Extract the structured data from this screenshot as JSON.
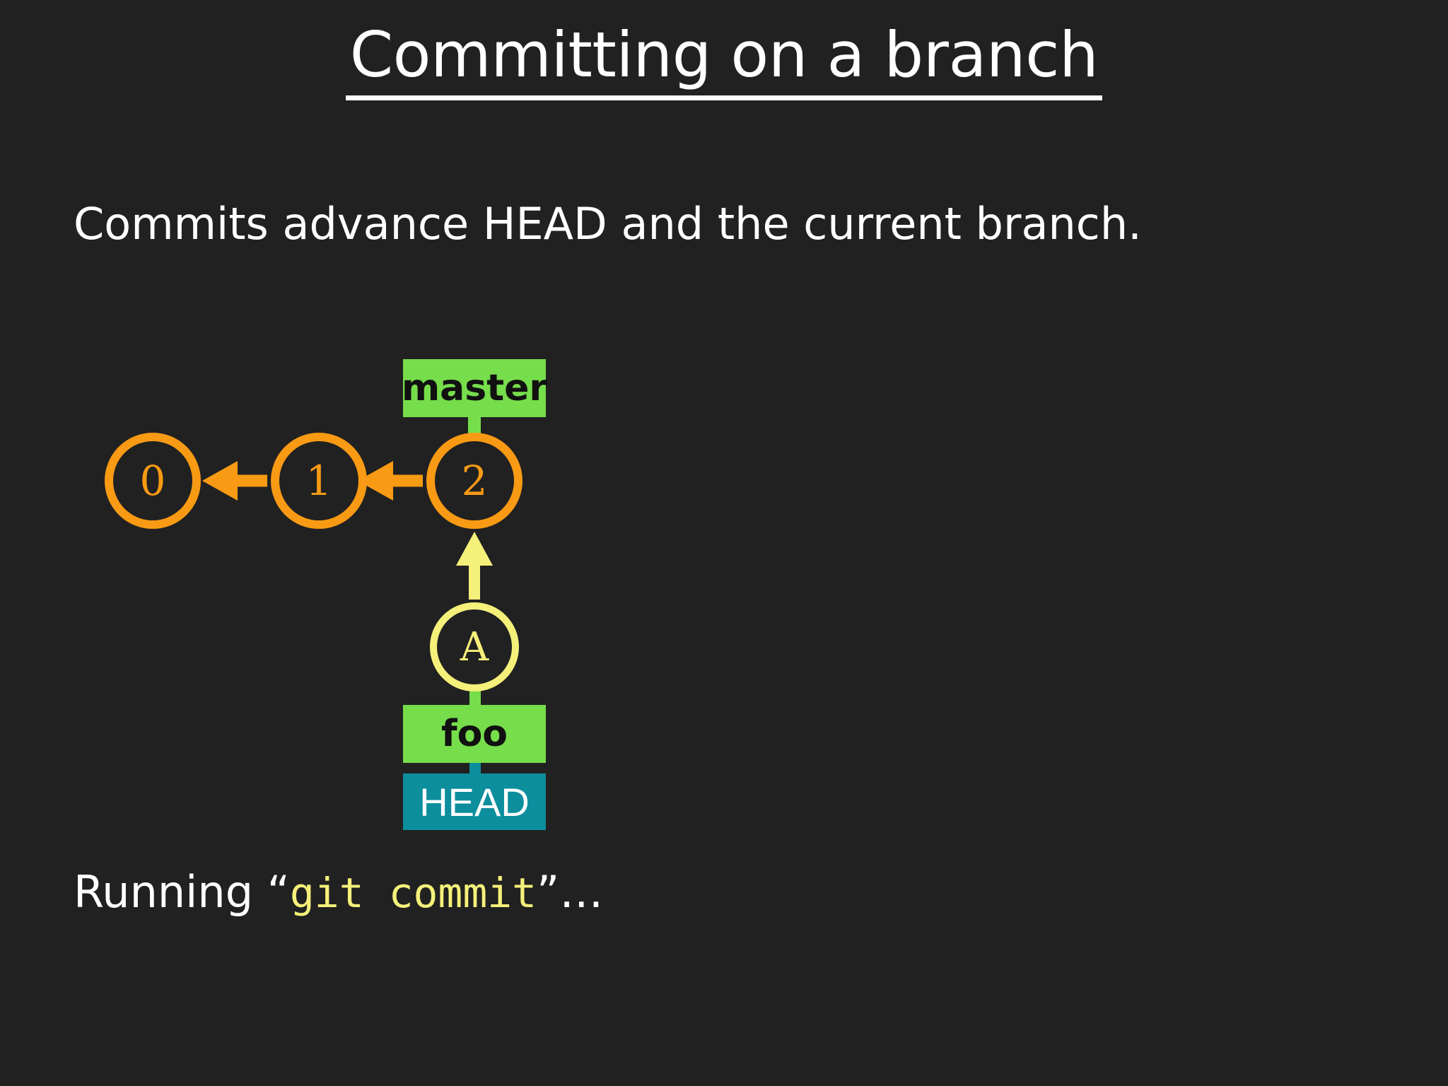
{
  "slide": {
    "title": "Committing on a branch",
    "subtitle": "Commits advance HEAD and the current branch.",
    "caption_prefix": "Running “",
    "caption_code": "git commit",
    "caption_suffix": "”…",
    "background_color": "#212121",
    "text_color": "#ffffff"
  },
  "diagram": {
    "type": "git-commit-graph",
    "colors": {
      "commit": "#f89a14",
      "new_commit": "#f5f07a",
      "branch_label": "#76dd4b",
      "head_label": "#0d8e9c",
      "branch_label_text": "#111111",
      "head_label_text": "#ffffff"
    },
    "commits": [
      {
        "id": "0",
        "label": "0",
        "style": "orange"
      },
      {
        "id": "1",
        "label": "1",
        "style": "orange"
      },
      {
        "id": "2",
        "label": "2",
        "style": "orange"
      },
      {
        "id": "A",
        "label": "A",
        "style": "yellow"
      }
    ],
    "edges": [
      {
        "from": "1",
        "to": "0",
        "color": "#f89a14",
        "direction": "left"
      },
      {
        "from": "2",
        "to": "1",
        "color": "#f89a14",
        "direction": "left"
      },
      {
        "from": "A",
        "to": "2",
        "color": "#f5f07a",
        "direction": "up"
      }
    ],
    "labels": [
      {
        "name": "master",
        "text": "master",
        "kind": "branch",
        "points_to": "2"
      },
      {
        "name": "foo",
        "text": "foo",
        "kind": "branch",
        "points_to": "A"
      },
      {
        "name": "HEAD",
        "text": "HEAD",
        "kind": "head",
        "points_to": "foo"
      }
    ]
  }
}
